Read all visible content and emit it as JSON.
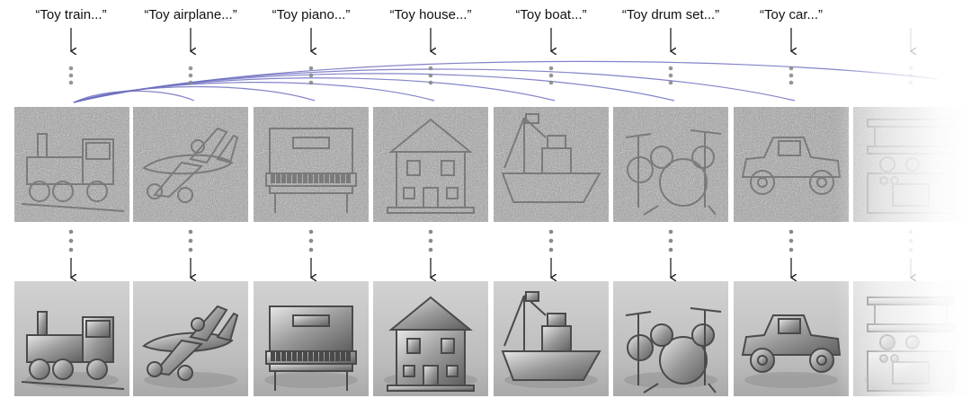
{
  "columns": [
    {
      "prompt": "“Toy train...”",
      "object": "train"
    },
    {
      "prompt": "“Toy airplane...”",
      "object": "airplane"
    },
    {
      "prompt": "“Toy piano...”",
      "object": "piano"
    },
    {
      "prompt": "“Toy house...”",
      "object": "house"
    },
    {
      "prompt": "“Toy boat...”",
      "object": "boat"
    },
    {
      "prompt": "“Toy drum set...”",
      "object": "drum-set"
    },
    {
      "prompt": "“Toy car...”",
      "object": "car"
    },
    {
      "prompt": "",
      "object": "kitchen"
    }
  ],
  "colors": {
    "arc": "#6d6fc0",
    "arrow": "#222222",
    "dots": "#8a8a8a",
    "tile_bg": "#bdbdbd",
    "object": "#8c8c8c"
  }
}
